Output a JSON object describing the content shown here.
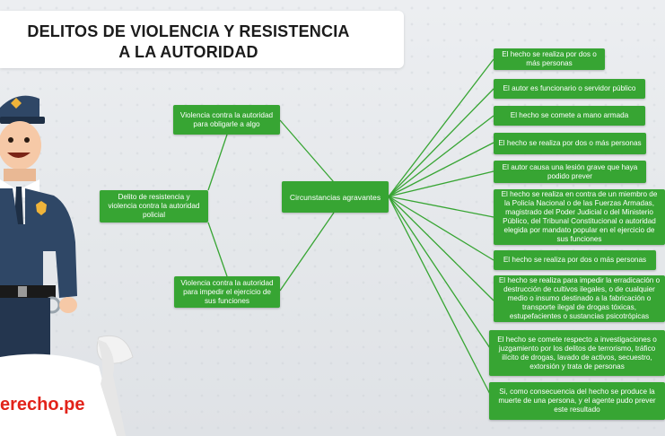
{
  "title": {
    "line1": "DELITOS DE VIOLENCIA Y RESISTENCIA",
    "line2": "A LA AUTORIDAD"
  },
  "brand": "erecho.pe",
  "colors": {
    "node": "#37a533",
    "line": "#37a533",
    "brand": "#e2231a"
  },
  "nodes": {
    "root": "Delito de resistencia y violencia contra la autoridad policial",
    "branch_top": "Violencia contra la autoridad para obligarle a algo",
    "branch_bottom": "Violencia contra la autoridad para impedir el ejercicio de sus funciones",
    "center": "Circunstancias agravantes"
  },
  "aggravating": [
    "El hecho se realiza por dos o más personas",
    "El autor es funcionario o servidor público",
    "El hecho se comete a mano armada",
    "El hecho se realiza por dos o más personas",
    "El autor causa una lesión grave que haya podido prever",
    "El hecho se realiza en contra de un miembro de la Policía Nacional o de las Fuerzas Armadas, magistrado del Poder Judicial o del Ministerio Público, del Tribunal Constitucional o autoridad elegida por mandato popular en el ejercicio de sus funciones",
    "El hecho se realiza por dos o más personas",
    "El hecho se realiza para impedir la erradicación o destrucción de cultivos ilegales, o de cualquier medio o insumo destinado a la fabricación o transporte ilegal de drogas tóxicas, estupefacientes o sustancias psicotrópicas",
    "El hecho se comete respecto a investigaciones o juzgamiento por los delitos de terrorismo, tráfico ilícito de drogas, lavado de activos, secuestro, extorsión y trata de personas",
    "Si, como consecuencia del hecho se produce la muerte de una persona, y el agente pudo prever este resultado"
  ]
}
